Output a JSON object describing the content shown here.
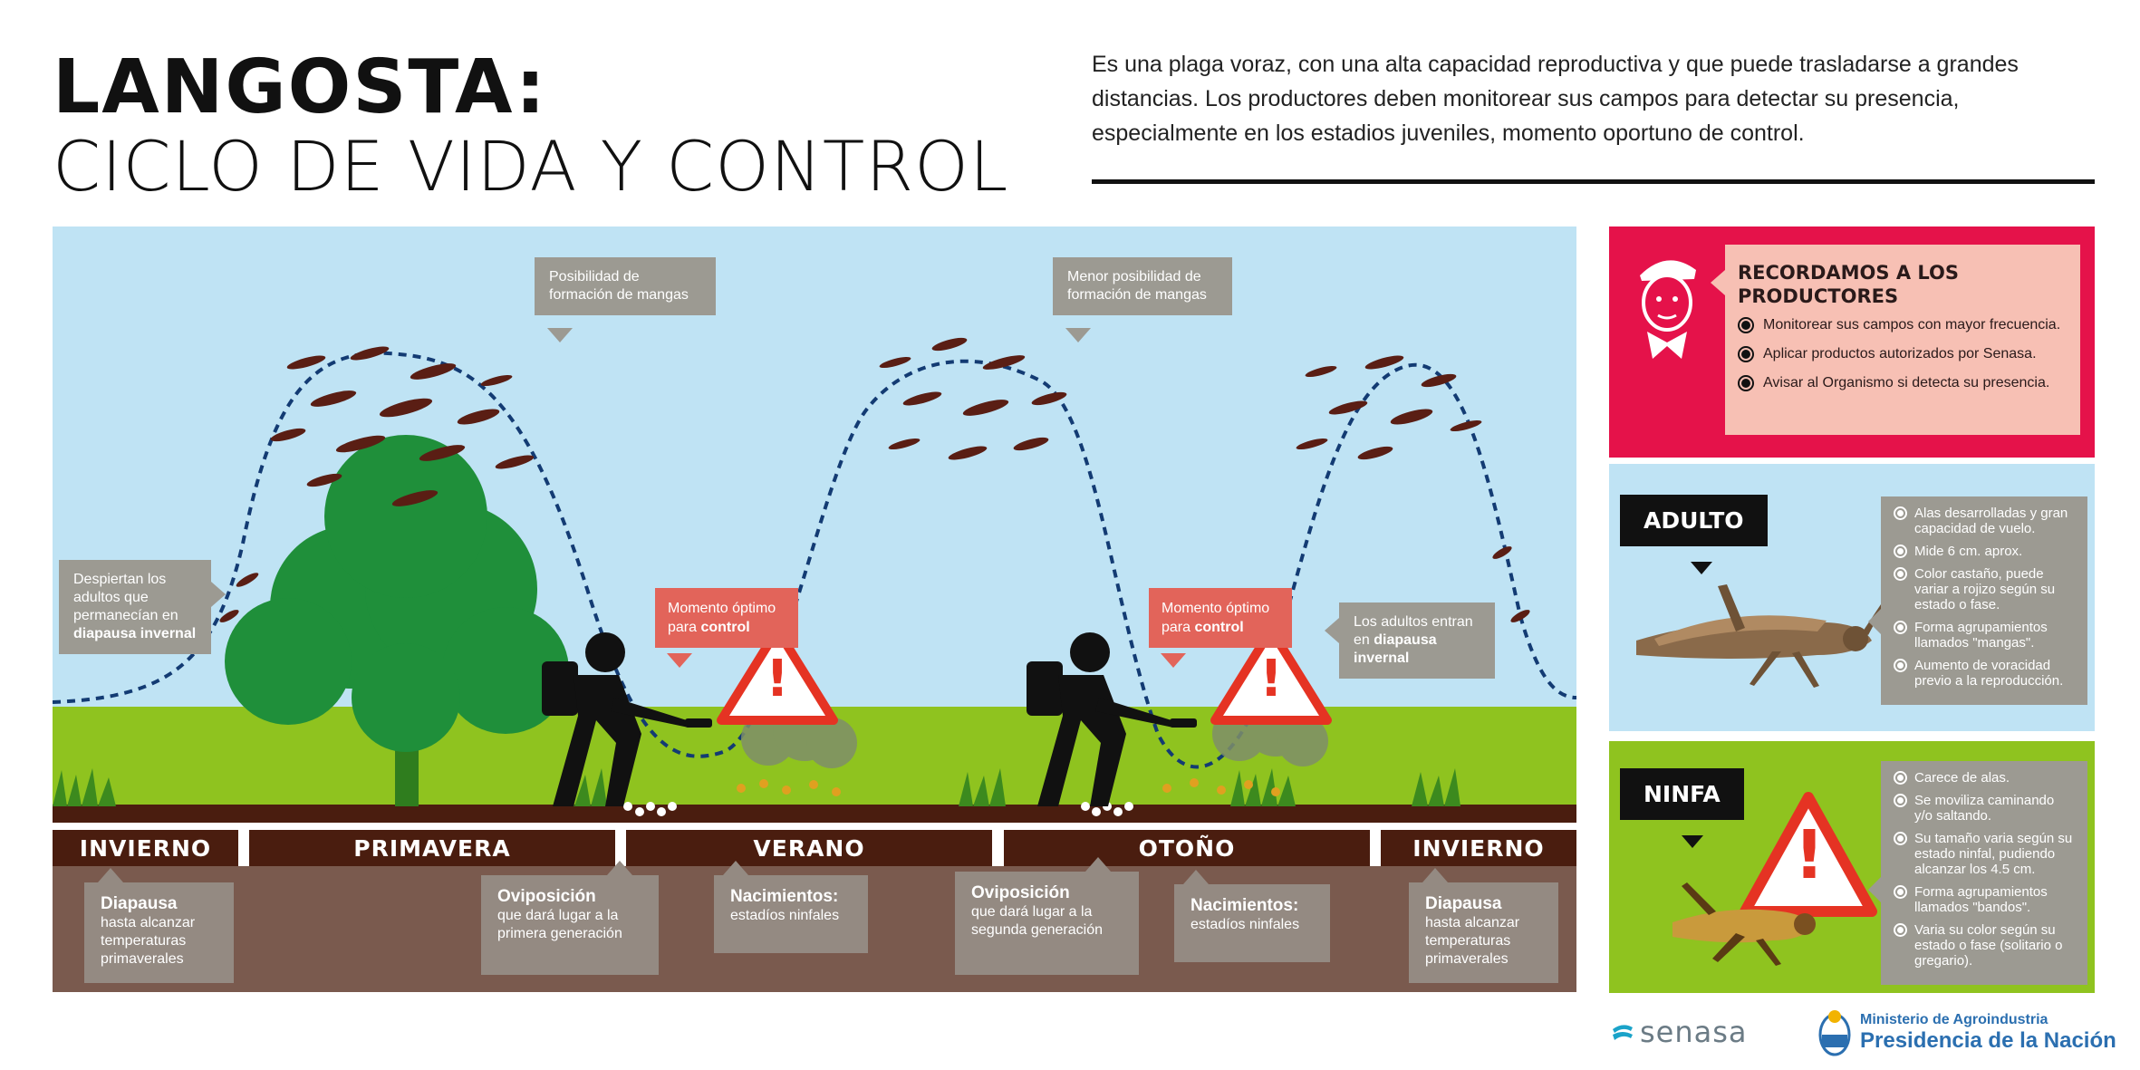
{
  "header": {
    "title_line1": "LANGOSTA:",
    "title_line2": "CICLO DE VIDA Y CONTROL",
    "intro": "Es una plaga voraz, con una alta capacidad reproductiva y que puede trasladarse a grandes distancias. Los productores deben monitorear sus campos para detectar su presencia, especialmente en los estadios juveniles, momento oportuno de control."
  },
  "scene": {
    "note_wake": {
      "text": "Despiertan los adultos que permanecían en",
      "bold": "diapausa invernal"
    },
    "note_mangas1": "Posibilidad de formación de mangas",
    "note_mangas2": "Menor posibilidad de formación de mangas",
    "note_enter": {
      "text": "Los adultos entran en",
      "bold": "diapausa invernal"
    },
    "alert1": {
      "text": "Momento óptimo para",
      "bold": "control"
    },
    "alert2": {
      "text": "Momento óptimo para",
      "bold": "control"
    },
    "alert_symbol": "!"
  },
  "seasons": [
    "INVIERNO",
    "PRIMAVERA",
    "VERANO",
    "OTOÑO",
    "INVIERNO"
  ],
  "phases": [
    {
      "title": "Diapausa",
      "sub": "hasta alcanzar temperaturas primaverales"
    },
    {
      "title": "Oviposición",
      "sub": "que dará lugar a la primera generación"
    },
    {
      "title": "Nacimientos:",
      "sub": "estadíos ninfales"
    },
    {
      "title": "Oviposición",
      "sub": "que dará lugar a la segunda generación"
    },
    {
      "title": "Nacimientos:",
      "sub": "estadíos ninfales"
    },
    {
      "title": "Diapausa",
      "sub": "hasta alcanzar temperaturas primaverales"
    }
  ],
  "reminder": {
    "title": "RECORDAMOS A LOS PRODUCTORES",
    "items": [
      "Monitorear sus campos con mayor frecuencia.",
      "Aplicar productos autorizados por Senasa.",
      "Avisar al Organismo si detecta su presencia."
    ]
  },
  "adult": {
    "tag": "ADULTO",
    "facts": [
      "Alas desarrolladas y gran capacidad de vuelo.",
      "Mide 6 cm. aprox.",
      "Color castaño, puede variar a rojizo según su estado o fase.",
      "Forma agrupamientos llamados \"mangas\".",
      "Aumento de voracidad previo a la reproducción."
    ]
  },
  "ninfa": {
    "tag": "NINFA",
    "alert_symbol": "!",
    "facts": [
      "Carece de alas.",
      "Se moviliza caminando y/o saltando.",
      "Su tamaño varia según su estado ninfal, pudiendo alcanzar los 4.5 cm.",
      "Forma agrupamientos llamados \"bandos\".",
      "Varia su color según su estado o fase (solitario o gregario)."
    ]
  },
  "footer": {
    "senasa": "senasa",
    "ministry_line1": "Ministerio de Agroindustria",
    "ministry_line2": "Presidencia de la Nación"
  },
  "colors": {
    "sky": "#bfe3f4",
    "grass": "#8fc31f",
    "soil": "#4a1d0f",
    "reminder": "#e5124a",
    "alert": "#e2645a",
    "note": "#9c9a92"
  }
}
